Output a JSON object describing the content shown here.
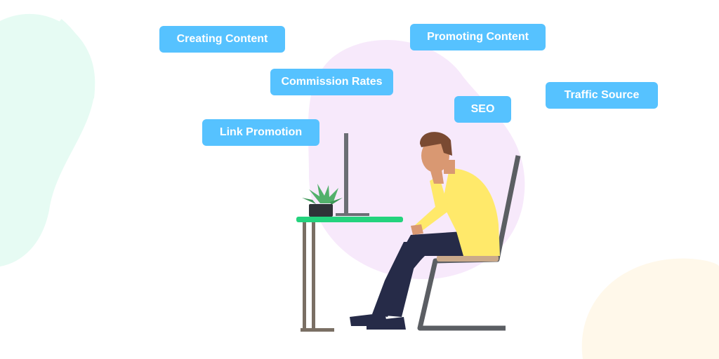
{
  "tags": [
    {
      "label": "Creating Content"
    },
    {
      "label": "Promoting Content"
    },
    {
      "label": "Commission Rates"
    },
    {
      "label": "Traffic Source"
    },
    {
      "label": "SEO"
    },
    {
      "label": "Link Promotion"
    }
  ],
  "colors": {
    "tag_background": "#56c2ff",
    "tag_text": "#ffffff",
    "blob_mint": "#e6fbf3",
    "blob_pink": "#f7e9fb",
    "blob_cream": "#fff8ea",
    "desk_top": "#24d37d",
    "desk_leg": "#7a6f64",
    "chair_frame": "#5b5e63",
    "chair_seat": "#caa98a",
    "shirt": "#ffe96a",
    "pants": "#262b48",
    "skin": "#d99872",
    "hair": "#7a4a32",
    "monitor": "#6b6e74",
    "plant": "#52b06b",
    "pot": "#2f3338"
  }
}
